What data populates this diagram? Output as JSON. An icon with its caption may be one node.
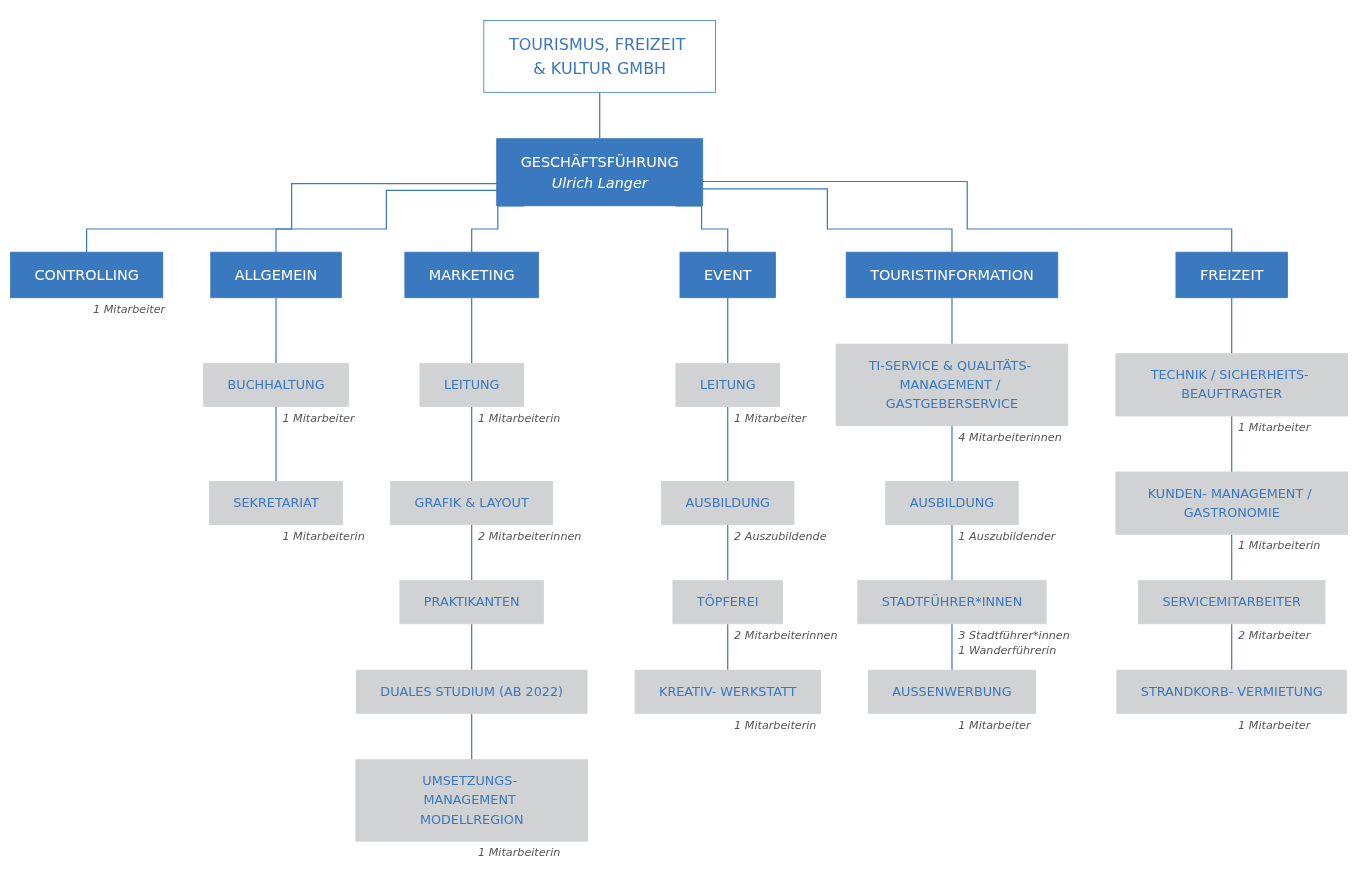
{
  "diagram": {
    "nodes": [
      {
        "text": [
          "TOURISMUS, FREIZEIT & KULTUR GMBH"
        ]
      },
      {
        "text": [
          "GESCHÄFTSFÜHRUNG",
          "Ulrich Langer"
        ]
      },
      {
        "text": [
          "CONTROLLING"
        ],
        "beside": [
          "1 Mitarbeiter"
        ]
      },
      {
        "text": [
          "ALLGEMEIN"
        ]
      },
      {
        "text": [
          "MARKETING"
        ]
      },
      {
        "text": [
          "EVENT"
        ]
      },
      {
        "text": [
          "TOURISTINFORMATION"
        ]
      },
      {
        "text": [
          "FREIZEIT"
        ]
      },
      {
        "text": [
          "BUCHHALTUNG"
        ],
        "beside": [
          "1 Mitarbeiter"
        ]
      },
      {
        "text": [
          "SEKRETARIAT"
        ],
        "beside": [
          "1 Mitarbeiterin"
        ]
      },
      {
        "text": [
          "LEITUNG"
        ],
        "beside": [
          "1 Mitarbeiterin"
        ]
      },
      {
        "text": [
          "GRAFIK & LAYOUT"
        ],
        "beside": [
          "2 Mitarbeiterinnen"
        ]
      },
      {
        "text": [
          "PRAKTIKANTEN"
        ]
      },
      {
        "text": [
          "DUALES STUDIUM (AB 2022)"
        ]
      },
      {
        "text": [
          "UMSETZUNGS- MANAGEMENT MODELLREGION"
        ],
        "beside": [
          "1 Mitarbeiterin"
        ]
      },
      {
        "text": [
          "LEITUNG"
        ],
        "beside": [
          "1 Mitarbeiter"
        ]
      },
      {
        "text": [
          "AUSBILDUNG"
        ],
        "beside": [
          "2 Auszubildende"
        ]
      },
      {
        "text": [
          "TÖPFEREI"
        ],
        "beside": [
          "2 Mitarbeiterinnen"
        ]
      },
      {
        "text": [
          "KREATIV- WERKSTATT"
        ],
        "beside": [
          "1 Mitarbeiterin"
        ]
      },
      {
        "text": [
          "TI-SERVICE & QUALITÄTS- MANAGEMENT / GASTGEBERSERVICE"
        ],
        "beside": [
          "4 Mitarbeiterinnen"
        ]
      },
      {
        "text": [
          "AUSBILDUNG"
        ],
        "beside": [
          "1 Auszubildender"
        ]
      },
      {
        "text": [
          "STADTFÜHRER*INNEN"
        ],
        "beside": [
          "3 Stadtführer*innen",
          "1 Wanderführerin"
        ]
      },
      {
        "text": [
          "AUSSENWERBUNG"
        ],
        "beside": [
          "1 Mitarbeiter"
        ]
      },
      {
        "text": [
          "TECHNIK / SICHERHEITS- BEAUFTRAGTER"
        ],
        "beside": [
          "1 Mitarbeiter"
        ]
      },
      {
        "text": [
          "KUNDEN- MANAGEMENT / GASTRONOMIE"
        ],
        "beside": [
          "1 Mitarbeiterin"
        ]
      },
      {
        "text": [
          "SERVICEMITARBEITER"
        ],
        "beside": [
          "2 Mitarbeiter"
        ]
      },
      {
        "text": [
          "STRANDKORB- VERMIETUNG"
        ],
        "beside": [
          "1 Mitarbeiter"
        ]
      }
    ],
    "edges": [
      {
        "from": 0,
        "to": 1,
        "arrow": "none"
      },
      {
        "from": 1,
        "to": 2,
        "arrow": "none"
      },
      {
        "from": 1,
        "to": 3,
        "arrow": "none"
      },
      {
        "from": 1,
        "to": 4,
        "arrow": "none"
      },
      {
        "from": 1,
        "to": 5,
        "arrow": "none"
      },
      {
        "from": 1,
        "to": 6,
        "arrow": "none"
      },
      {
        "from": 1,
        "to": 7,
        "arrow": "none"
      },
      {
        "from": 3,
        "to": 8,
        "arrow": "none"
      },
      {
        "from": 8,
        "to": 9,
        "arrow": "none"
      },
      {
        "from": 4,
        "to": 10,
        "arrow": "none"
      },
      {
        "from": 10,
        "to": 11,
        "arrow": "none"
      },
      {
        "from": 11,
        "to": 12,
        "arrow": "none"
      },
      {
        "from": 12,
        "to": 13,
        "arrow": "none"
      },
      {
        "from": 13,
        "to": 14,
        "arrow": "none"
      },
      {
        "from": 5,
        "to": 15,
        "arrow": "none"
      },
      {
        "from": 15,
        "to": 16,
        "arrow": "none"
      },
      {
        "from": 16,
        "to": 17,
        "arrow": "none"
      },
      {
        "from": 17,
        "to": 18,
        "arrow": "none"
      },
      {
        "from": 6,
        "to": 19,
        "arrow": "none"
      },
      {
        "from": 19,
        "to": 20,
        "arrow": "none"
      },
      {
        "from": 20,
        "to": 21,
        "arrow": "none"
      },
      {
        "from": 21,
        "to": 22,
        "arrow": "none"
      },
      {
        "from": 7,
        "to": 23,
        "arrow": "none"
      },
      {
        "from": 23,
        "to": 24,
        "arrow": "none"
      },
      {
        "from": 24,
        "to": 25,
        "arrow": "none"
      },
      {
        "from": 25,
        "to": 26,
        "arrow": "none"
      }
    ]
  }
}
